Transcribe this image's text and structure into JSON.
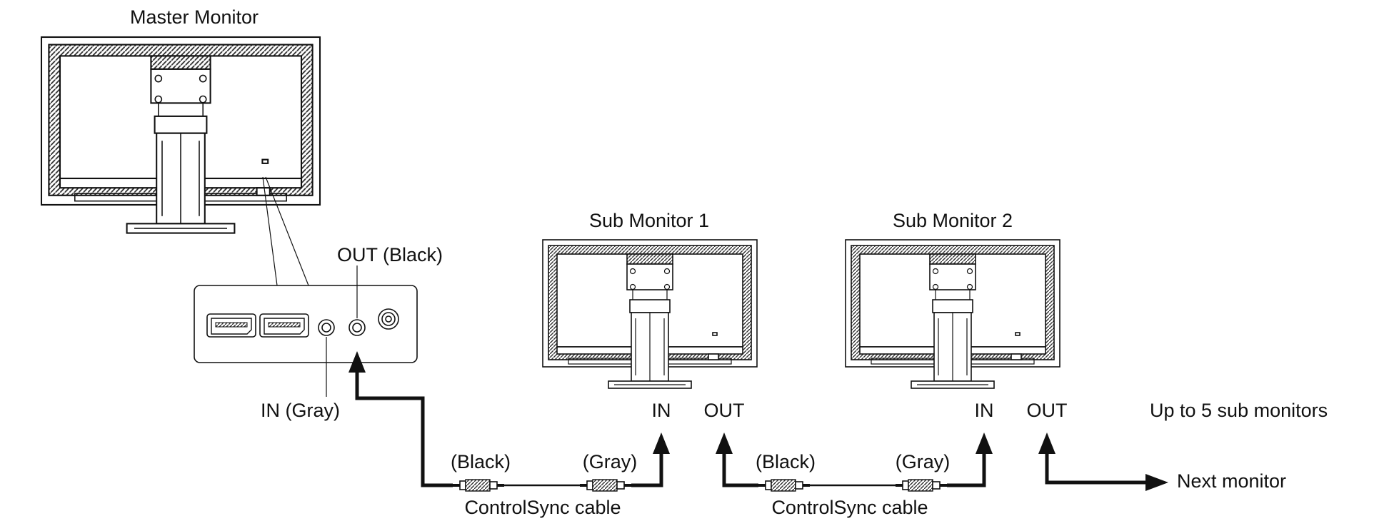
{
  "labels": {
    "master_monitor": "Master Monitor",
    "sub_monitor_1": "Sub Monitor 1",
    "sub_monitor_2": "Sub Monitor 2",
    "out_black": "OUT (Black)",
    "in_gray": "IN (Gray)",
    "sub1_in": "IN",
    "sub1_out": "OUT",
    "sub2_in": "IN",
    "sub2_out": "OUT",
    "up_to": "Up to 5 sub monitors",
    "next_monitor": "Next monitor",
    "cable1_black": "(Black)",
    "cable1_gray": "(Gray)",
    "cable1_name": "ControlSync cable",
    "cable2_black": "(Black)",
    "cable2_gray": "(Gray)",
    "cable2_name": "ControlSync cable"
  }
}
